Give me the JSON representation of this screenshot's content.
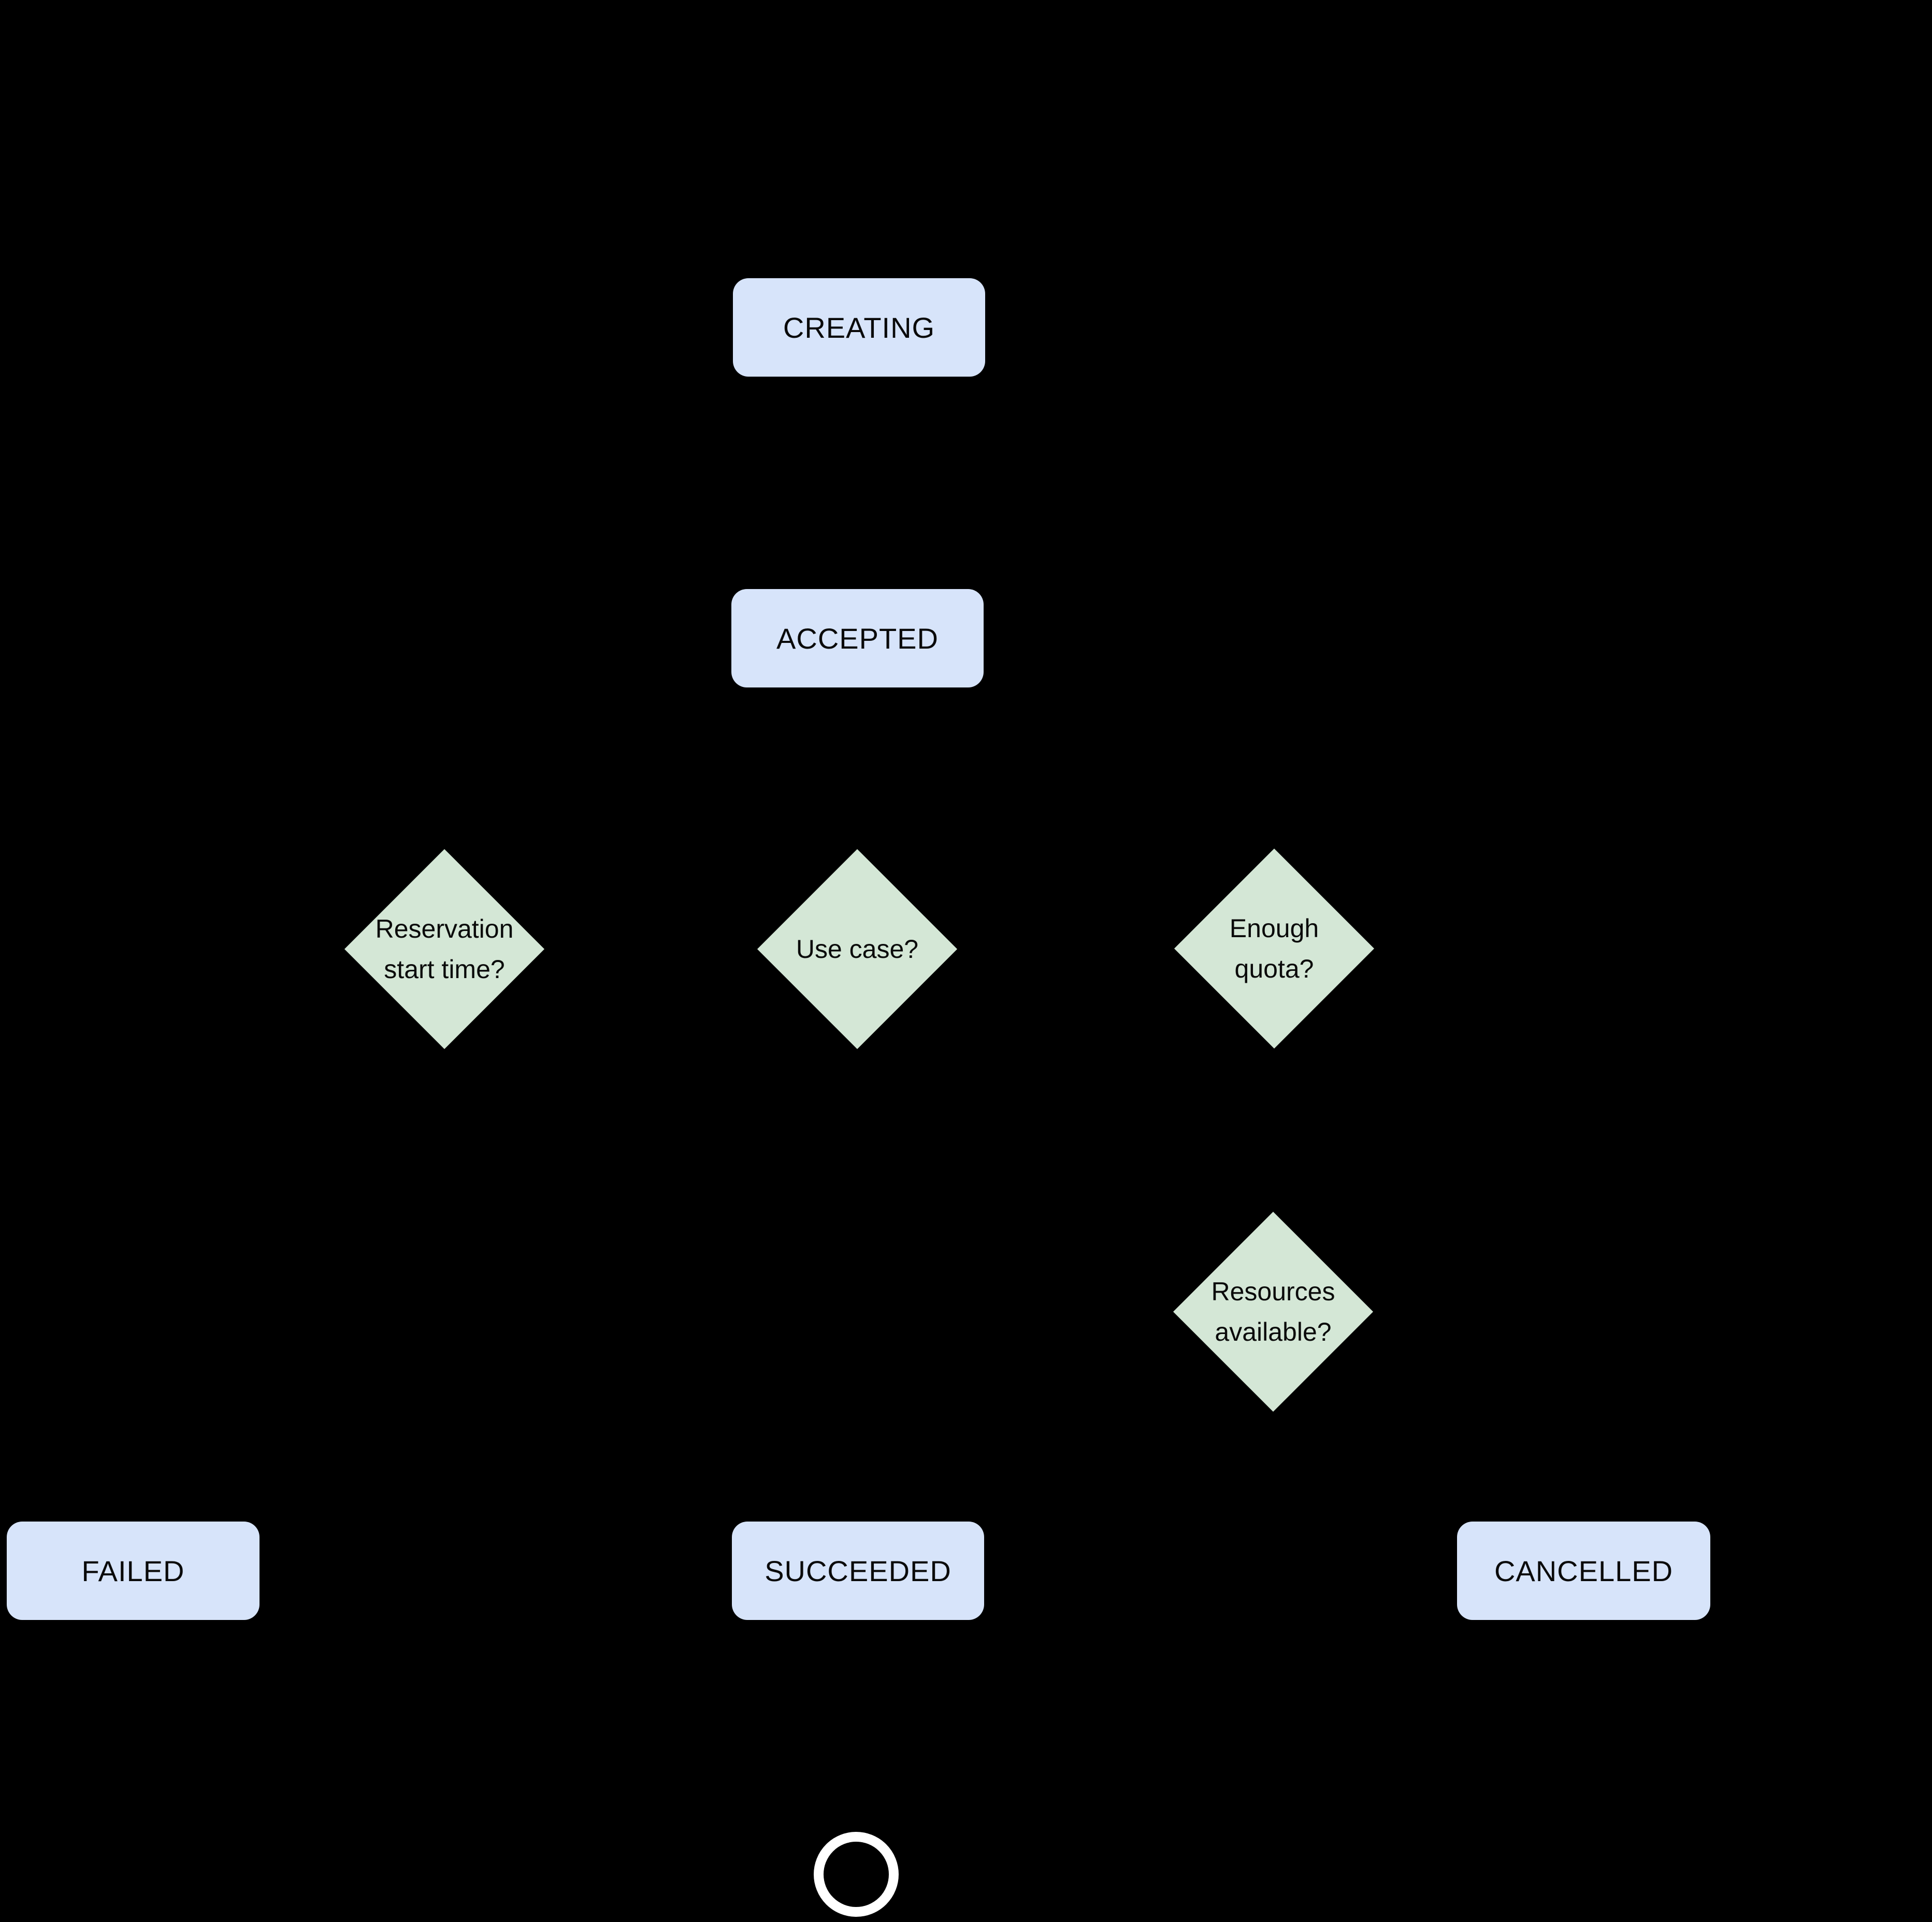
{
  "diagram": {
    "type": "state-flowchart",
    "colors": {
      "background": "#000000",
      "state_fill": "#d7e4fa",
      "decision_fill": "#d4e7d6",
      "node_text": "#0a0a0a",
      "end_ring": "#ffffff"
    },
    "nodes": {
      "creating": {
        "shape": "rounded-rect",
        "label": "CREATING"
      },
      "accepted": {
        "shape": "rounded-rect",
        "label": "ACCEPTED"
      },
      "reservation_start_time": {
        "shape": "diamond",
        "line1": "Reservation",
        "line2": "start time?"
      },
      "use_case": {
        "shape": "diamond",
        "line1": "Use case?",
        "line2": ""
      },
      "enough_quota": {
        "shape": "diamond",
        "line1": "Enough",
        "line2": "quota?"
      },
      "resources_available": {
        "shape": "diamond",
        "line1": "Resources",
        "line2": "available?"
      },
      "failed": {
        "shape": "rounded-rect",
        "label": "FAILED"
      },
      "succeeded": {
        "shape": "rounded-rect",
        "label": "SUCCEEDED"
      },
      "cancelled": {
        "shape": "rounded-rect",
        "label": "CANCELLED"
      },
      "end": {
        "shape": "ring"
      }
    }
  }
}
